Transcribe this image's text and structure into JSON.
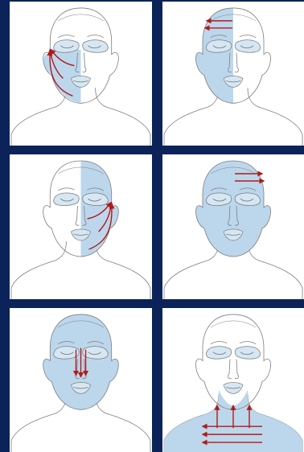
{
  "colors": {
    "background": "#0b2358",
    "panel": "#ffffff",
    "fill": "#bcd7ec",
    "line": "#7e7e7e",
    "arrow": "#b11a1a"
  },
  "panels": [
    {
      "highlight": "lower-left-cheek",
      "arrows": "up-sweep-left-cheek"
    },
    {
      "highlight": "left-half-face",
      "arrows": "forehead-left-horizontal"
    },
    {
      "highlight": "right-half-face",
      "arrows": "up-sweep-right-cheek"
    },
    {
      "highlight": "whole-face",
      "arrows": "forehead-right-horizontal"
    },
    {
      "highlight": "whole-face",
      "arrows": "nose-down"
    },
    {
      "highlight": "neck-and-shoulders",
      "arrows": "neck-up-chest-left"
    }
  ]
}
